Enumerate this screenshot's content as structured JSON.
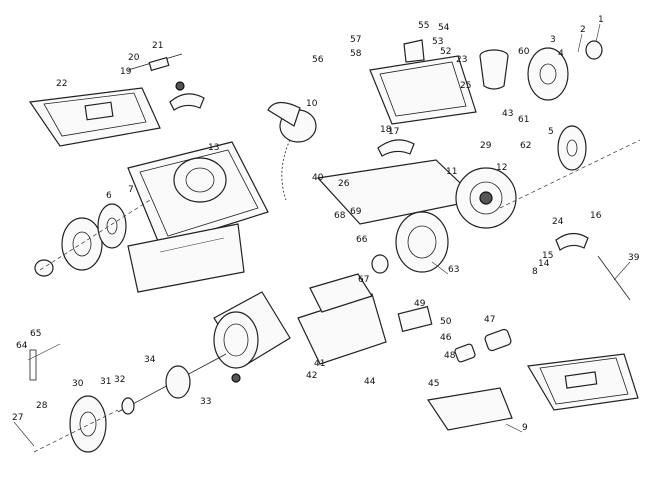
{
  "callouts": [
    {
      "id": "c1",
      "text": "1"
    },
    {
      "id": "c2",
      "text": "2"
    },
    {
      "id": "c3",
      "text": "3"
    },
    {
      "id": "c4",
      "text": "4"
    },
    {
      "id": "c5",
      "text": "5"
    },
    {
      "id": "c6",
      "text": "6"
    },
    {
      "id": "c7",
      "text": "7"
    },
    {
      "id": "c8",
      "text": "8"
    },
    {
      "id": "c9",
      "text": "9"
    },
    {
      "id": "c10",
      "text": "10"
    },
    {
      "id": "c11",
      "text": "11"
    },
    {
      "id": "c12",
      "text": "12"
    },
    {
      "id": "c13",
      "text": "13"
    },
    {
      "id": "c14",
      "text": "14"
    },
    {
      "id": "c15",
      "text": "15"
    },
    {
      "id": "c16",
      "text": "16"
    },
    {
      "id": "c17",
      "text": "17"
    },
    {
      "id": "c18",
      "text": "18"
    },
    {
      "id": "c19",
      "text": "19"
    },
    {
      "id": "c20",
      "text": "20"
    },
    {
      "id": "c21",
      "text": "21"
    },
    {
      "id": "c22",
      "text": "22"
    },
    {
      "id": "c23",
      "text": "23"
    },
    {
      "id": "c24",
      "text": "24"
    },
    {
      "id": "c25",
      "text": "25"
    },
    {
      "id": "c26",
      "text": "26"
    },
    {
      "id": "c27",
      "text": "27"
    },
    {
      "id": "c28",
      "text": "28"
    },
    {
      "id": "c29",
      "text": "29"
    },
    {
      "id": "c30",
      "text": "30"
    },
    {
      "id": "c31",
      "text": "31"
    },
    {
      "id": "c32",
      "text": "32"
    },
    {
      "id": "c33",
      "text": "33"
    },
    {
      "id": "c34",
      "text": "34"
    },
    {
      "id": "c39",
      "text": "39"
    },
    {
      "id": "c40",
      "text": "40"
    },
    {
      "id": "c41",
      "text": "41"
    },
    {
      "id": "c42",
      "text": "42"
    },
    {
      "id": "c43",
      "text": "43"
    },
    {
      "id": "c44",
      "text": "44"
    },
    {
      "id": "c45",
      "text": "45"
    },
    {
      "id": "c46",
      "text": "46"
    },
    {
      "id": "c47",
      "text": "47"
    },
    {
      "id": "c48",
      "text": "48"
    },
    {
      "id": "c49",
      "text": "49"
    },
    {
      "id": "c50",
      "text": "50"
    },
    {
      "id": "c52",
      "text": "52"
    },
    {
      "id": "c53",
      "text": "53"
    },
    {
      "id": "c54",
      "text": "54"
    },
    {
      "id": "c55",
      "text": "55"
    },
    {
      "id": "c56",
      "text": "56"
    },
    {
      "id": "c57",
      "text": "57"
    },
    {
      "id": "c58",
      "text": "58"
    },
    {
      "id": "c60",
      "text": "60"
    },
    {
      "id": "c61",
      "text": "61"
    },
    {
      "id": "c62",
      "text": "62"
    },
    {
      "id": "c63",
      "text": "63"
    },
    {
      "id": "c64",
      "text": "64"
    },
    {
      "id": "c65",
      "text": "65"
    },
    {
      "id": "c66",
      "text": "66"
    },
    {
      "id": "c67",
      "text": "67"
    },
    {
      "id": "c68",
      "text": "68"
    },
    {
      "id": "c69",
      "text": "69"
    }
  ]
}
